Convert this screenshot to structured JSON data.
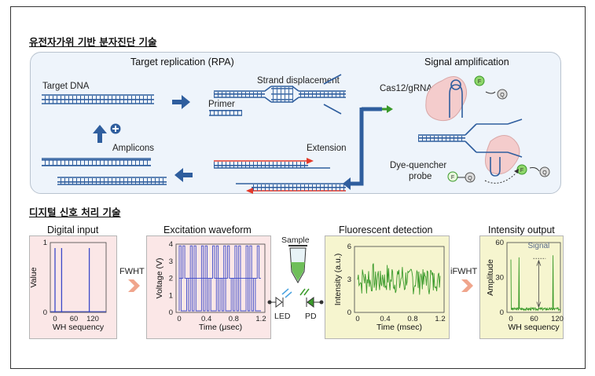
{
  "section1": {
    "title": "유전자가위 기반 분자진단 기술"
  },
  "section2": {
    "title": "디지털 신호 처리 기술"
  },
  "bio": {
    "target_replication_title": "Target replication (RPA)",
    "signal_amplification_title": "Signal amplification",
    "target_dna": "Target DNA",
    "strand_displacement": "Strand displacement",
    "primer": "Primer",
    "amplicons": "Amplicons",
    "extension": "Extension",
    "cas12": "Cas12/gRNA",
    "dye_quencher_line1": "Dye-quencher",
    "dye_quencher_line2": "probe",
    "f": "F",
    "q": "Q"
  },
  "dsp": {
    "digital_input": {
      "title": "Digital input",
      "ylabel": "Value",
      "xlabel": "WH sequency",
      "yticks": [
        "0",
        "1"
      ],
      "xticks": [
        "0",
        "60",
        "120"
      ]
    },
    "fwht": "FWHT",
    "excitation": {
      "title": "Excitation waveform",
      "ylabel": "Voltage (V)",
      "xlabel": "Time (μsec)",
      "yticks": [
        "0",
        "1",
        "2",
        "3",
        "4"
      ],
      "xticks": [
        "0",
        "0.4",
        "0.8",
        "1.2"
      ]
    },
    "sample": "Sample",
    "led": "LED",
    "pd": "PD",
    "fluorescent": {
      "title": "Fluorescent detection",
      "ylabel": "Intensity (a.u.)",
      "xlabel": "Time (msec)",
      "yticks": [
        "0",
        "3",
        "6"
      ],
      "xticks": [
        "0",
        "0.4",
        "0.8",
        "1.2"
      ]
    },
    "ifwht": "iFWHT",
    "intensity": {
      "title": "Intensity output",
      "ylabel": "Amplitude",
      "xlabel": "WH sequency",
      "yticks": [
        "0",
        "30",
        "60"
      ],
      "xticks": [
        "0",
        "60",
        "120"
      ],
      "signal": "Signal"
    }
  },
  "colors": {
    "blue": "#2f5e9e",
    "red": "#e53a2a",
    "green": "#3a9a2a",
    "wave_blue": "#3b49c8"
  }
}
